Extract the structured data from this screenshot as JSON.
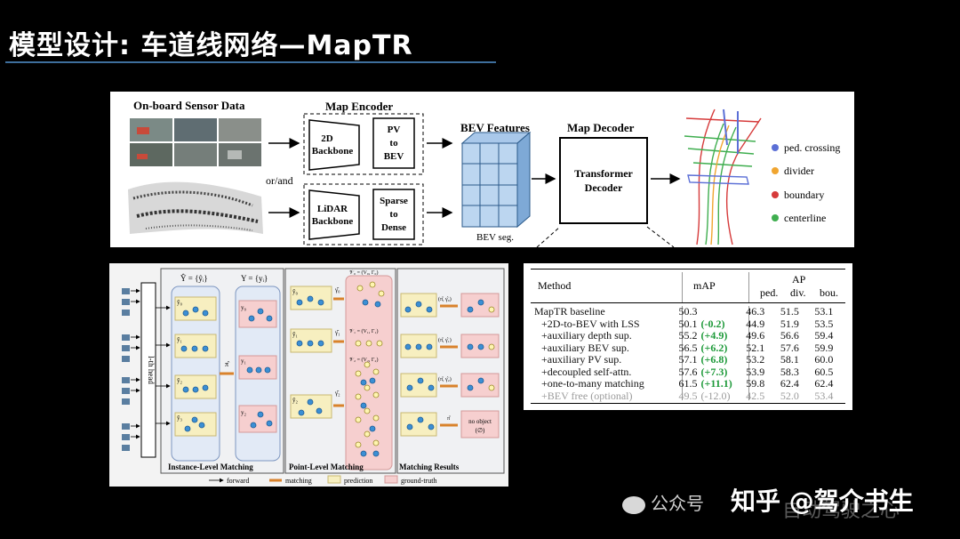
{
  "slide": {
    "title": "模型设计: 车道线网络—MapTR"
  },
  "top_figure": {
    "sensor_title": "On-board Sensor Data",
    "or_and": "or/and",
    "encoder_title": "Map Encoder",
    "backbone_2d": [
      "2D",
      "Backbone"
    ],
    "pv_to_bev": [
      "PV",
      "to",
      "BEV"
    ],
    "lidar_backbone": [
      "LiDAR",
      "Backbone"
    ],
    "sparse_to_dense": [
      "Sparse",
      "to",
      "Dense"
    ],
    "bev_features_title": "BEV Features",
    "bev_seg": "BEV seg.",
    "decoder_title": "Map Decoder",
    "transformer_decoder": [
      "Transformer",
      "Decoder"
    ],
    "legend": [
      {
        "label": "ped. crossing",
        "color": "#5b6fd6"
      },
      {
        "label": "divider",
        "color": "#f0a530"
      },
      {
        "label": "boundary",
        "color": "#d63a3a"
      },
      {
        "label": "centerline",
        "color": "#3fae4f"
      }
    ]
  },
  "matching_figure": {
    "head_label": "l-th head",
    "pred_set_label": "Ŷ = {ŷᵢ}",
    "gt_set_label": "Y = {yᵢ}",
    "sections": [
      "Instance-Level Matching",
      "Point-Level Matching",
      "Matching Results"
    ],
    "pred_items": [
      "ŷ₀",
      "ŷ₁",
      "ŷ₂",
      "ŷ₃"
    ],
    "gt_items": [
      "y₀",
      "y₁",
      "y₂"
    ],
    "pi_symbol": "π̂",
    "point_sets": [
      "𝒱₀ = (V₀, Γ₀)",
      "𝒱₁ = (V₁, Γ₁)",
      "𝒱₂ = (V₂, Γ₂)"
    ],
    "point_pred": [
      "ŷ₀",
      "ŷ₁",
      "ŷ₂"
    ],
    "point_gamma": [
      "γ̂₀",
      "γ̂₁",
      "γ̂₂"
    ],
    "results_pairs": [
      "(π̂, γ̂₀)",
      "(π̂, γ̂₁)",
      "(π̂, γ̂₂)",
      "π̂"
    ],
    "no_object": [
      "no object",
      "(∅)"
    ],
    "legend": [
      {
        "label": "forward"
      },
      {
        "label": "matching",
        "color": "#d9822b"
      },
      {
        "label": "prediction",
        "color": "#f7efc0"
      },
      {
        "label": "ground-truth",
        "color": "#f6cfcf"
      }
    ]
  },
  "results_table": {
    "headers": {
      "method": "Method",
      "map": "mAP",
      "ap": "AP",
      "ped": "ped.",
      "div": "div.",
      "bou": "bou."
    },
    "rows": [
      {
        "method": "MapTR baseline",
        "map": "50.3",
        "gain": "",
        "ped": "46.3",
        "div": "51.5",
        "bou": "53.1",
        "style": "normal"
      },
      {
        "method": "+2D-to-BEV with LSS",
        "map": "50.1",
        "gain": "(-0.2)",
        "ped": "44.9",
        "div": "51.9",
        "bou": "53.5",
        "style": "normal"
      },
      {
        "method": "+auxiliary depth sup.",
        "map": "55.2",
        "gain": "(+4.9)",
        "ped": "49.6",
        "div": "56.6",
        "bou": "59.4",
        "style": "normal"
      },
      {
        "method": "+auxiliary BEV sup.",
        "map": "56.5",
        "gain": "(+6.2)",
        "ped": "52.1",
        "div": "57.6",
        "bou": "59.9",
        "style": "normal"
      },
      {
        "method": "+auxiliary PV sup.",
        "map": "57.1",
        "gain": "(+6.8)",
        "ped": "53.2",
        "div": "58.1",
        "bou": "60.0",
        "style": "normal"
      },
      {
        "method": "+decoupled self-attn.",
        "map": "57.6",
        "gain": "(+7.3)",
        "ped": "53.9",
        "div": "58.3",
        "bou": "60.5",
        "style": "normal"
      },
      {
        "method": "+one-to-many matching",
        "map": "61.5",
        "gain": "(+11.1)",
        "ped": "59.8",
        "div": "62.4",
        "bou": "62.4",
        "style": "normal"
      },
      {
        "method": "+BEV free (optional)",
        "map": "49.5",
        "gain": "(-12.0)",
        "ped": "42.5",
        "div": "52.0",
        "bou": "53.4",
        "style": "grey"
      }
    ]
  },
  "watermark": {
    "wechat": "公众号",
    "zhihu": "知乎 @驾介书生",
    "sub": "自动驾驶之心"
  }
}
